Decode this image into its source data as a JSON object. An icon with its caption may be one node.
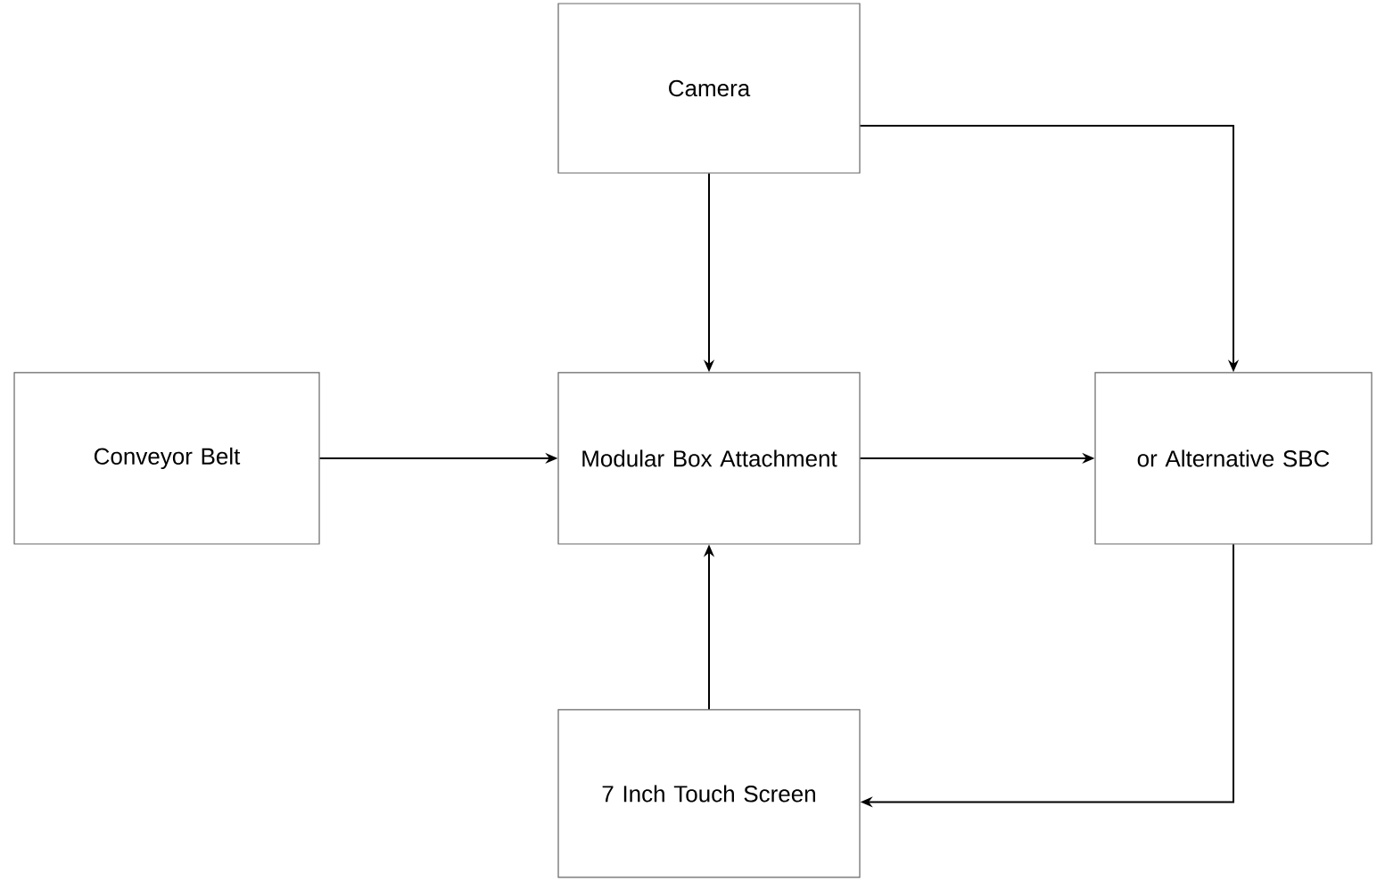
{
  "diagram": {
    "nodes": [
      {
        "text": [
          "Camera"
        ]
      },
      {
        "text": [
          "Conveyor Belt"
        ]
      },
      {
        "text": [
          "Modular Box Attachment"
        ]
      },
      {
        "text": [
          "or Alternative SBC"
        ]
      },
      {
        "text": [
          "7 Inch Touch Screen"
        ]
      }
    ],
    "edges": [
      {
        "from": 0,
        "to": 2,
        "arrow": "to"
      },
      {
        "from": 0,
        "to": 3,
        "arrow": "to"
      },
      {
        "from": 1,
        "to": 2,
        "arrow": "to"
      },
      {
        "from": 2,
        "to": 3,
        "arrow": "to"
      },
      {
        "from": 4,
        "to": 2,
        "arrow": "to"
      },
      {
        "from": 3,
        "to": 4,
        "arrow": "to"
      }
    ]
  }
}
